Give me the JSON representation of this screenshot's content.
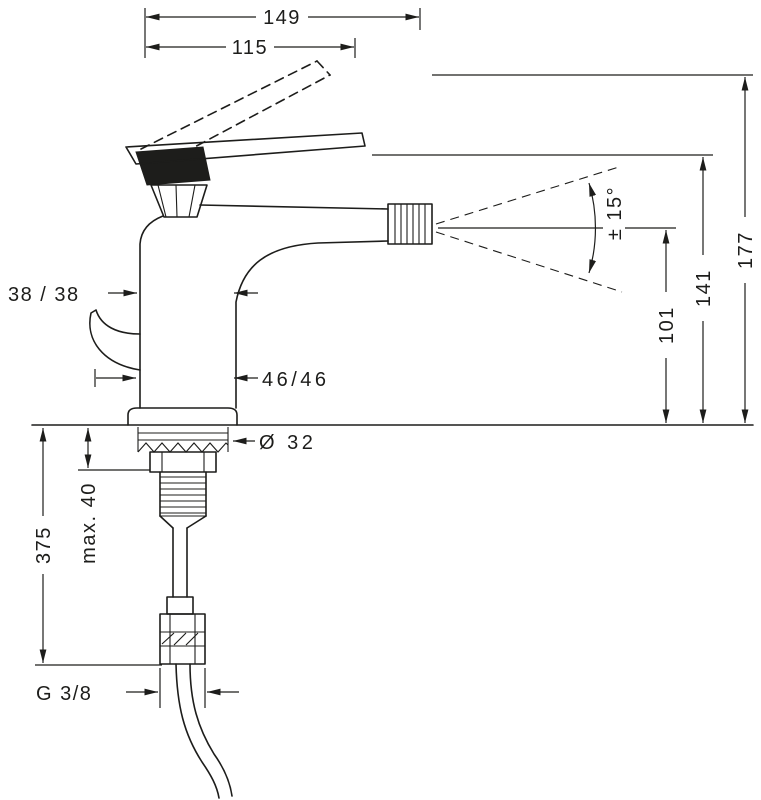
{
  "dims": {
    "overall_width": "149",
    "handle_width": "115",
    "total_height": "177",
    "spout_height": "141",
    "aerator_height": "101",
    "spray_angle": "± 15°",
    "body_offset": "38 / 38",
    "spout_reach": "46/46",
    "hole_diameter": "Ø 32",
    "max_mounting_thickness": "max. 40",
    "hose_length": "375",
    "connection_thread": "G 3/8"
  }
}
